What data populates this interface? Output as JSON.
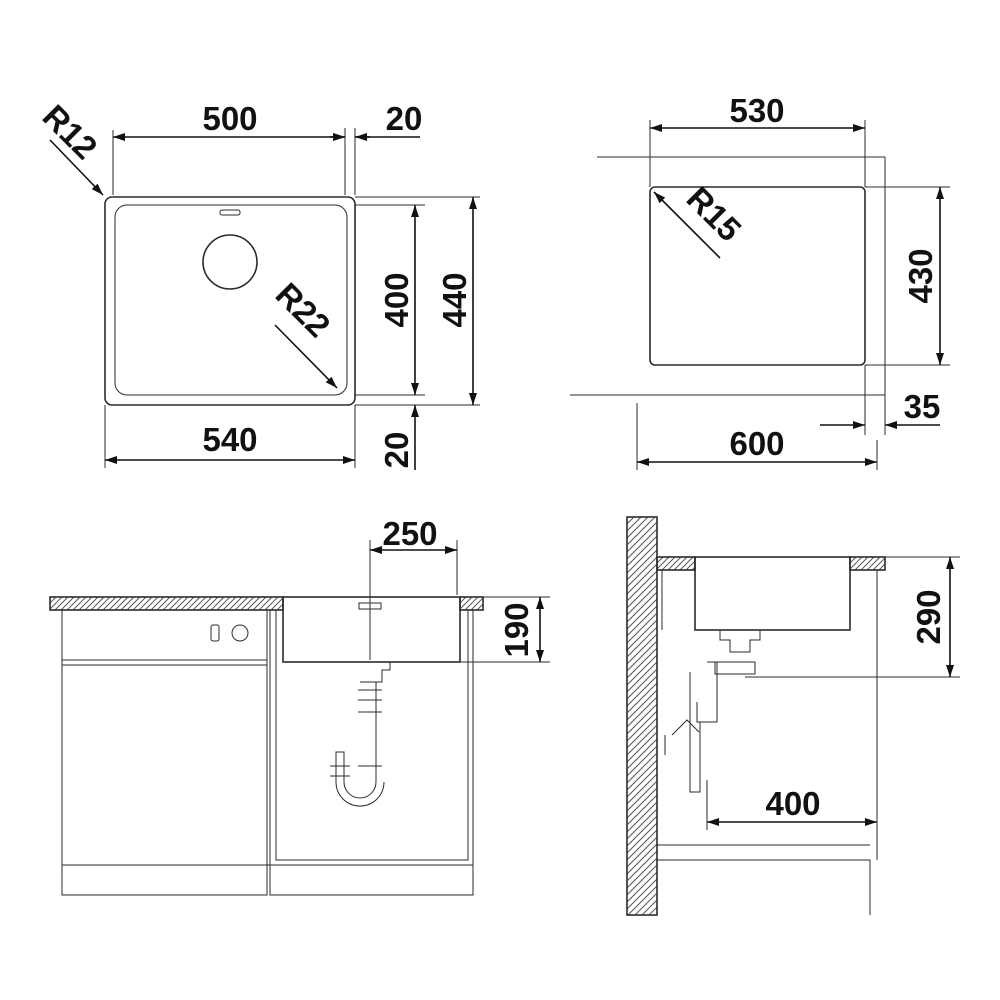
{
  "top_view": {
    "radius_outer": "R12",
    "width_inner": "500",
    "rim_right": "20",
    "depth_inner": "400",
    "depth_outer": "440",
    "radius_inner": "R22",
    "width_outer": "540",
    "rim_bottom": "20"
  },
  "cutout_view": {
    "width_cutout": "530",
    "radius_cutout": "R15",
    "depth_cutout": "430",
    "offset": "35",
    "cabinet_width": "600"
  },
  "front_view": {
    "drain_offset": "250",
    "bowl_depth": "190"
  },
  "side_view": {
    "height": "290",
    "drain_distance": "400"
  },
  "colors": {
    "line": "#2b2b2b",
    "text": "#111111"
  }
}
